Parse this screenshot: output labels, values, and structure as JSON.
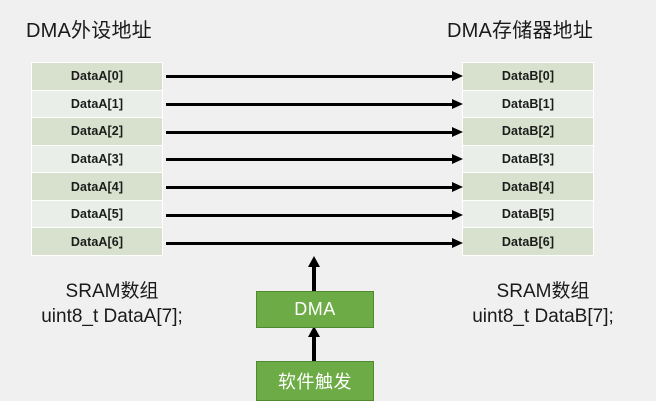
{
  "diagram": {
    "background_color": "#f0f0f0",
    "accent_color": "#6cab45",
    "row_color_a": "#d7e1cd",
    "row_color_b": "#e9eee8"
  },
  "left_column": {
    "title": "DMA外设地址",
    "cells": [
      "DataA[0]",
      "DataA[1]",
      "DataA[2]",
      "DataA[3]",
      "DataA[4]",
      "DataA[5]",
      "DataA[6]"
    ],
    "caption_line1": "SRAM数组",
    "caption_line2": "uint8_t DataA[7];"
  },
  "right_column": {
    "title": "DMA存储器地址",
    "cells": [
      "DataB[0]",
      "DataB[1]",
      "DataB[2]",
      "DataB[3]",
      "DataB[4]",
      "DataB[5]",
      "DataB[6]"
    ],
    "caption_line1": "SRAM数组",
    "caption_line2": "uint8_t DataB[7];"
  },
  "blocks": {
    "dma_label": "DMA",
    "trigger_label": "软件触发"
  },
  "arrows": {
    "transfer_count": 7,
    "transfer_direction": "left-to-right",
    "trigger_to_dma_direction": "upward",
    "dma_to_memory_direction": "upward"
  }
}
